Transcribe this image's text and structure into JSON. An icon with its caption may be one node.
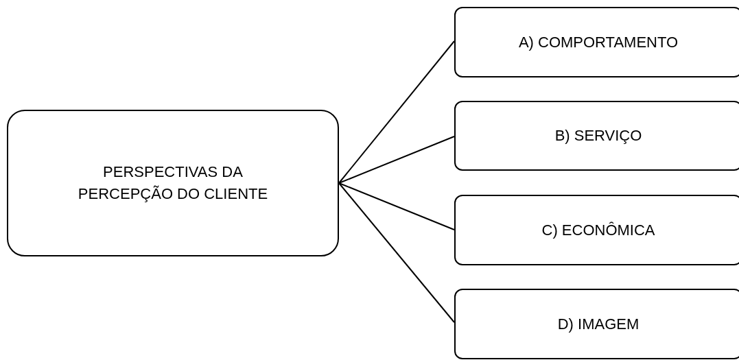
{
  "diagram": {
    "nodes": [
      {
        "text": [
          "PERSPECTIVAS DA PERCEPÇÃO DO CLIENTE"
        ]
      },
      {
        "text": [
          "A) COMPORTAMENTO"
        ]
      },
      {
        "text": [
          "B) SERVIÇO"
        ]
      },
      {
        "text": [
          "C) ECONÔMICA"
        ]
      },
      {
        "text": [
          "D) IMAGEM"
        ]
      }
    ],
    "edges": [
      {
        "from": 0,
        "to": 1,
        "arrow": "none"
      },
      {
        "from": 0,
        "to": 2,
        "arrow": "none"
      },
      {
        "from": 0,
        "to": 3,
        "arrow": "none"
      },
      {
        "from": 0,
        "to": 4,
        "arrow": "none"
      }
    ]
  }
}
